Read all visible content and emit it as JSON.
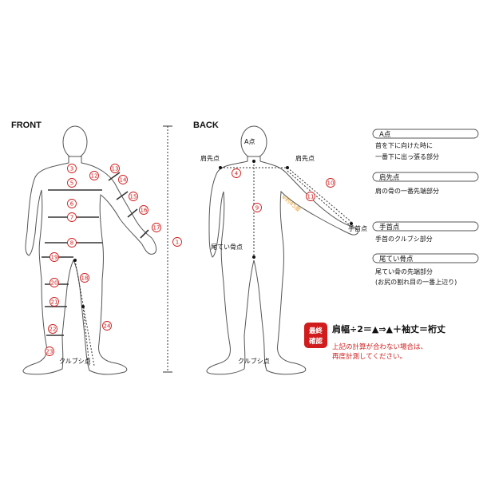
{
  "views": {
    "front_title": "FRONT",
    "back_title": "BACK"
  },
  "front_numbers": [
    "1",
    "3",
    "5",
    "6",
    "7",
    "8",
    "12",
    "13",
    "14",
    "15",
    "16",
    "17",
    "18",
    "19",
    "20",
    "21",
    "22",
    "23",
    "24"
  ],
  "back_numbers": [
    "4",
    "9",
    "10",
    "11"
  ],
  "points": {
    "a_point": "A点",
    "shoulder_left": "肩先点",
    "shoulder_right": "肩先点",
    "wrist": "手首点",
    "tailbone": "尾てい骨点",
    "ankle_front": "クルブシ点",
    "ankle_back": "クルブシ点",
    "angle_note": "※約45度"
  },
  "legend": [
    {
      "title": "A点",
      "desc": [
        "首を下に向けた時に",
        "一番下に出っ張る部分"
      ]
    },
    {
      "title": "肩先点",
      "desc": [
        "肩の骨の一番先端部分"
      ]
    },
    {
      "title": "手首点",
      "desc": [
        "手首のクルブシ部分"
      ]
    },
    {
      "title": "尾てい骨点",
      "desc": [
        "尾てい骨の先端部分",
        "(お尻の割れ目の一番上辺り)"
      ]
    }
  ],
  "formula": {
    "badge_line1": "最終",
    "badge_line2": "確認",
    "expression": "肩幅÷2＝▲⇒▲＋袖丈＝裄丈",
    "note_line1": "上記の計算が合わない場合は、",
    "note_line2": "再度計測してください。"
  },
  "colors": {
    "accent_red": "#d01c1c",
    "line_gray": "#555555",
    "accent_orange": "#e8a030"
  }
}
